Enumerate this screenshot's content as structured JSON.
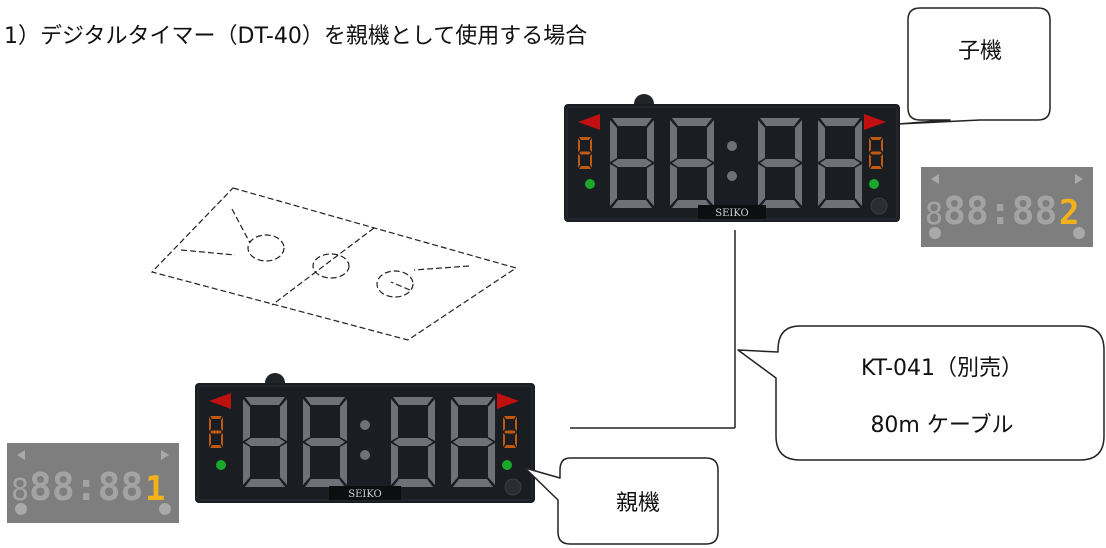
{
  "title": "1）デジタルタイマー（DT-40）を親機として使用する場合",
  "callouts": {
    "child": "子機",
    "parent": "親機",
    "cable_line1": "KT-041（別売）",
    "cable_line2": "80m ケーブル"
  },
  "timer": {
    "brand": "SEIKO",
    "colors": {
      "body": "#1a1d22",
      "segment": "#6e7278",
      "digit_small": "#c05a10",
      "arrow": "#c01010",
      "led": "#1aa82a"
    }
  },
  "thumbs": {
    "child": {
      "main": "88:88",
      "side": "2",
      "left": "8"
    },
    "parent": {
      "main": "88:88",
      "side": "1",
      "left": "8"
    }
  },
  "icons": {
    "court": "basketball-court-diagram",
    "arrow_left": "triangle-left-icon",
    "arrow_right": "triangle-right-icon",
    "speaker": "speaker-grille-icon"
  }
}
